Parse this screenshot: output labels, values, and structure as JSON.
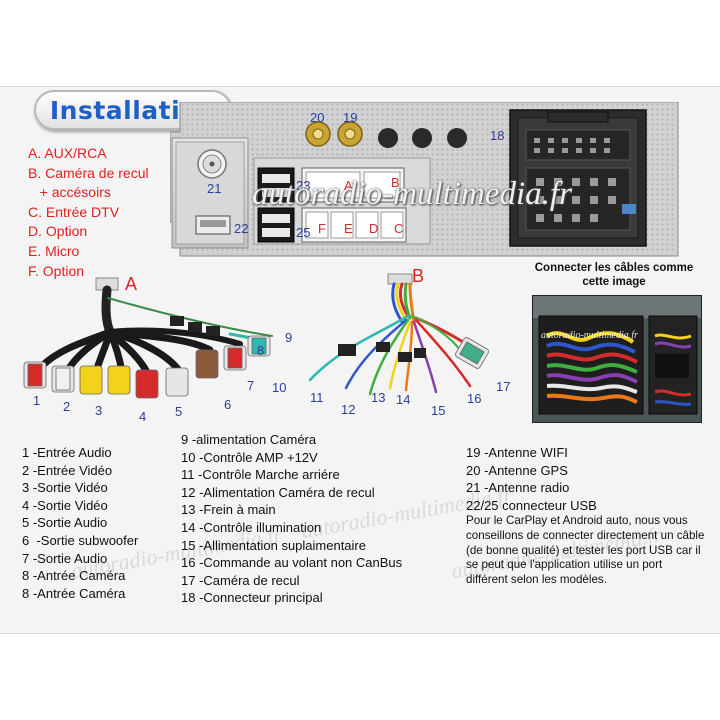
{
  "title": "Installation",
  "legend_letters": [
    "A. AUX/RCA",
    "B. Caméra de recul",
    "   + accésoirs",
    "C. Entrée DTV",
    "D. Option",
    "E. Micro",
    "F. Option"
  ],
  "unit_labels": {
    "n20": "20",
    "n19": "19",
    "n18": "18",
    "n21": "21",
    "n22": "22",
    "n23": "23",
    "n25": "25",
    "a": "A",
    "b": "B",
    "f": "F",
    "e": "E",
    "d": "D",
    "c": "C"
  },
  "watermark": "autoradio-multimedia.fr",
  "photo_caption": "Connecter les câbles comme cette image",
  "photo_watermark": "autoradio-multimedia.fr",
  "harness": {
    "letter_a": "A",
    "letter_b": "B",
    "a_numbers": [
      "1",
      "2",
      "3",
      "4",
      "5",
      "6",
      "7",
      "8",
      "9"
    ],
    "b_numbers": [
      "10",
      "11",
      "12",
      "13",
      "14",
      "15",
      "16",
      "17"
    ]
  },
  "list_col1": [
    "1 -Entrée Audio",
    "2 -Entrée Vidéo",
    "3 -Sortie Vidéo",
    "4 -Sortie Vidéo",
    "5 -Sortie Audio",
    "6  -Sortie subwoofer",
    "7 -Sortie Audio",
    "8 -Antrée Caméra",
    "8 -Antrée Caméra"
  ],
  "list_col2": [
    "9 -alimentation Caméra",
    "10 -Contrôle AMP +12V",
    "11 -Contrôle Marche arriére",
    "12 -Alimentation Caméra de recul",
    "13 -Frein à main",
    "14 -Contrôle illumination",
    "15 -Allimentation suplaimentaire",
    "16 -Commande au volant non CanBus",
    "17 -Caméra de recul",
    "18 -Connecteur principal"
  ],
  "list_col3": [
    "19 -Antenne WIFI",
    "20 -Antenne GPS",
    "21 -Antenne radio",
    "22/25 connecteur USB"
  ],
  "usb_note": "Pour le CarPlay et Android auto, nous vous conseillons de connecter directement un câble (de bonne qualité) et tester les port USB car il se peut que l'application utilise un port différent selon les modèles."
}
